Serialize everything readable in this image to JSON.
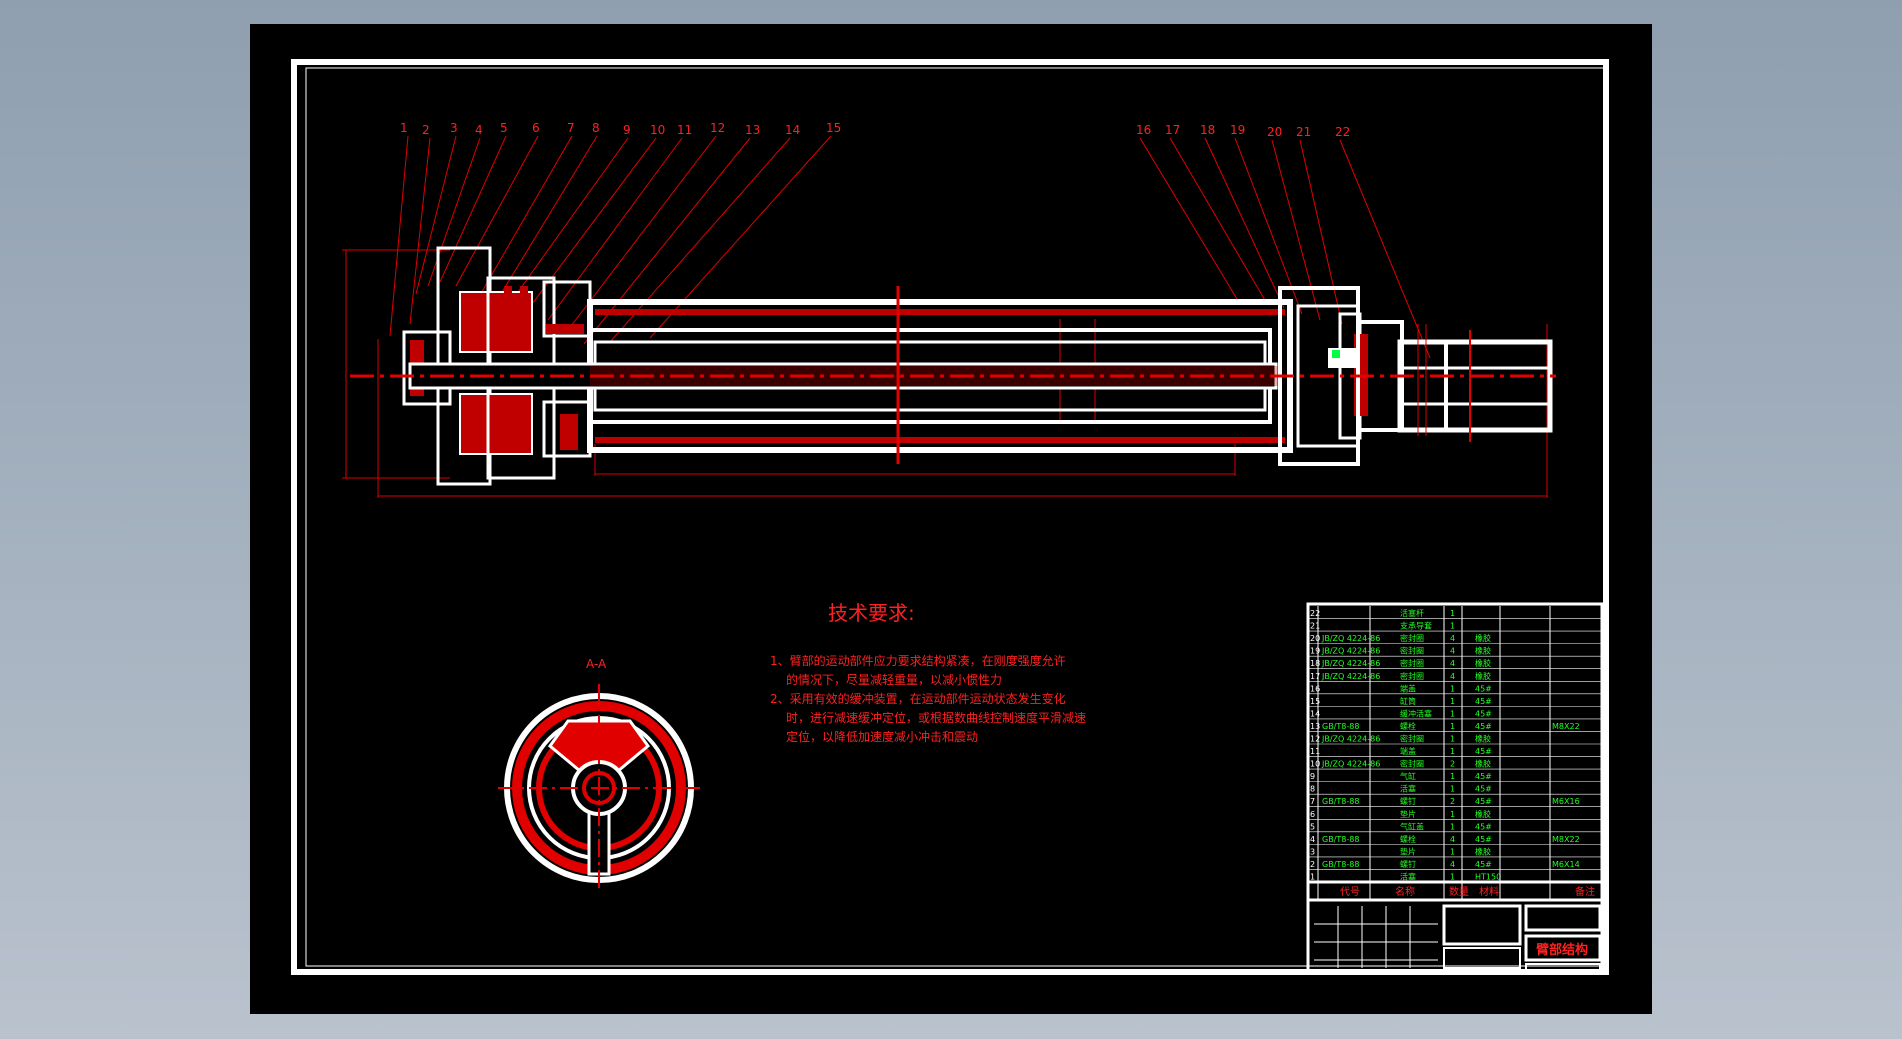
{
  "balloons_left": [
    "1",
    "2",
    "3",
    "4",
    "5",
    "6",
    "7",
    "8",
    "9",
    "10",
    "11",
    "12",
    "13",
    "14",
    "15"
  ],
  "balloons_right": [
    "16",
    "17",
    "18",
    "19",
    "20",
    "21",
    "22"
  ],
  "section_label": "A-A",
  "tech": {
    "title": "技术要求:",
    "lines": [
      "1、臂部的运动部件应力要求结构紧凑，在刚度强度允许",
      "的情况下，尽量减轻重量，以减小惯性力",
      "2、采用有效的缓冲装置，在运动部件运动状态发生变化",
      "时，进行减速缓冲定位，或根据数曲线控制速度平滑减速",
      "定位，以降低加速度减小冲击和震动"
    ]
  },
  "title_block": {
    "drawing_title": "臂部结构",
    "header": [
      "代号",
      "名称",
      "数量",
      "材料",
      "备注"
    ]
  },
  "parts_table": [
    {
      "no": "22",
      "code": "",
      "name": "活塞杆",
      "qty": "1",
      "mat": "",
      "note": ""
    },
    {
      "no": "21",
      "code": "",
      "name": "支承导套",
      "qty": "1",
      "mat": "",
      "note": ""
    },
    {
      "no": "20",
      "code": "JB/ZQ 4224-86",
      "name": "密封圈",
      "qty": "4",
      "mat": "橡胶",
      "note": ""
    },
    {
      "no": "19",
      "code": "JB/ZQ 4224-86",
      "name": "密封圈",
      "qty": "4",
      "mat": "橡胶",
      "note": ""
    },
    {
      "no": "18",
      "code": "JB/ZQ 4224-86",
      "name": "密封圈",
      "qty": "4",
      "mat": "橡胶",
      "note": ""
    },
    {
      "no": "17",
      "code": "JB/ZQ 4224-86",
      "name": "密封圈",
      "qty": "4",
      "mat": "橡胶",
      "note": ""
    },
    {
      "no": "16",
      "code": "",
      "name": "端盖",
      "qty": "1",
      "mat": "45#",
      "note": ""
    },
    {
      "no": "15",
      "code": "",
      "name": "缸筒",
      "qty": "1",
      "mat": "45#",
      "note": ""
    },
    {
      "no": "14",
      "code": "",
      "name": "缓冲活塞",
      "qty": "1",
      "mat": "45#",
      "note": ""
    },
    {
      "no": "13",
      "code": "GB/T8-88",
      "name": "螺栓",
      "qty": "1",
      "mat": "45#",
      "note": "M8X22"
    },
    {
      "no": "12",
      "code": "JB/ZQ 4224-86",
      "name": "密封圈",
      "qty": "1",
      "mat": "橡胶",
      "note": ""
    },
    {
      "no": "11",
      "code": "",
      "name": "端盖",
      "qty": "1",
      "mat": "45#",
      "note": ""
    },
    {
      "no": "10",
      "code": "JB/ZQ 4224-86",
      "name": "密封圈",
      "qty": "2",
      "mat": "橡胶",
      "note": ""
    },
    {
      "no": "9",
      "code": "",
      "name": "气缸",
      "qty": "1",
      "mat": "45#",
      "note": ""
    },
    {
      "no": "8",
      "code": "",
      "name": "活塞",
      "qty": "1",
      "mat": "45#",
      "note": ""
    },
    {
      "no": "7",
      "code": "GB/T8-88",
      "name": "螺钉",
      "qty": "2",
      "mat": "45#",
      "note": "M6X16"
    },
    {
      "no": "6",
      "code": "",
      "name": "垫片",
      "qty": "1",
      "mat": "橡胶",
      "note": ""
    },
    {
      "no": "5",
      "code": "",
      "name": "气缸盖",
      "qty": "1",
      "mat": "45#",
      "note": ""
    },
    {
      "no": "4",
      "code": "GB/T8-88",
      "name": "螺栓",
      "qty": "4",
      "mat": "45#",
      "note": "M8X22"
    },
    {
      "no": "3",
      "code": "",
      "name": "垫片",
      "qty": "1",
      "mat": "橡胶",
      "note": ""
    },
    {
      "no": "2",
      "code": "GB/T8-88",
      "name": "螺钉",
      "qty": "4",
      "mat": "45#",
      "note": "M6X14"
    },
    {
      "no": "1",
      "code": "",
      "name": "活塞",
      "qty": "1",
      "mat": "HT150",
      "note": ""
    }
  ],
  "colors": {
    "sheet": "#000000",
    "line": "#ffffff",
    "part": "#e00000",
    "table_text": "#22ff22"
  }
}
